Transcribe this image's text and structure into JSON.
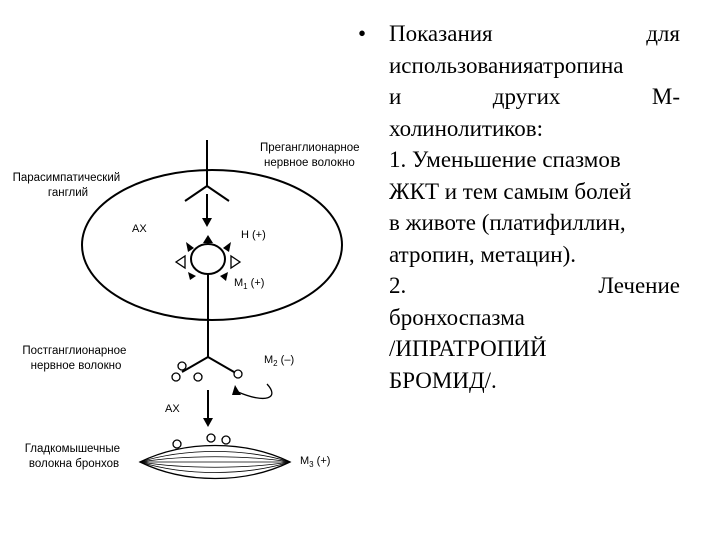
{
  "diagram": {
    "labels": {
      "preganglionic": [
        "Преганглионарное",
        "нервное волокно"
      ],
      "ganglion": [
        "Парасимпатический",
        "ганглий"
      ],
      "postganglionic": [
        "Постганглионарное",
        "нервное волокно"
      ],
      "smooth_muscle": [
        "Гладкомышечные",
        "волокна бронхов"
      ],
      "ach_top": "АХ",
      "ach_bottom": "АХ",
      "n_receptor": "Н (+)",
      "m1": {
        "base": "М",
        "sub": "1",
        "sign": " (+)"
      },
      "m2": {
        "base": "М",
        "sub": "2",
        "sign": " (–)"
      },
      "m3": {
        "base": "М",
        "sub": "3",
        "sign": " (+)"
      }
    }
  },
  "text": {
    "bullet": "•",
    "lines": [
      [
        "Показания",
        "для"
      ],
      [
        "использованияатропина"
      ],
      [
        "и",
        "других",
        "М-"
      ],
      [
        "холинолитиков:"
      ],
      [
        "1. Уменьшение спазмов"
      ],
      [
        "ЖКТ и тем самым болей"
      ],
      [
        "в животе (платифиллин,"
      ],
      [
        "атропин, метацин)."
      ],
      [
        "2.",
        "Лечение"
      ],
      [
        "бронхоспазма"
      ],
      [
        "/ИПРАТРОПИЙ"
      ],
      [
        "БРОМИД/."
      ]
    ]
  }
}
